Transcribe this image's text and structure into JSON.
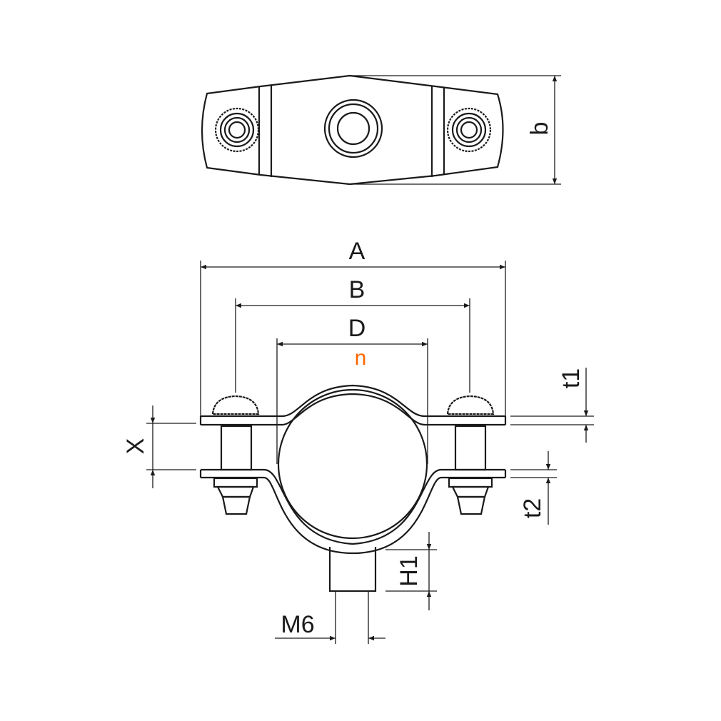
{
  "labels": {
    "A": "A",
    "B": "B",
    "D": "D",
    "n": "n",
    "b": "b",
    "t1": "t1",
    "t2": "t2",
    "X": "X",
    "H1": "H1",
    "M6": "M6"
  },
  "colors": {
    "line": "#1a1a1a",
    "accent": "#ff6600"
  }
}
